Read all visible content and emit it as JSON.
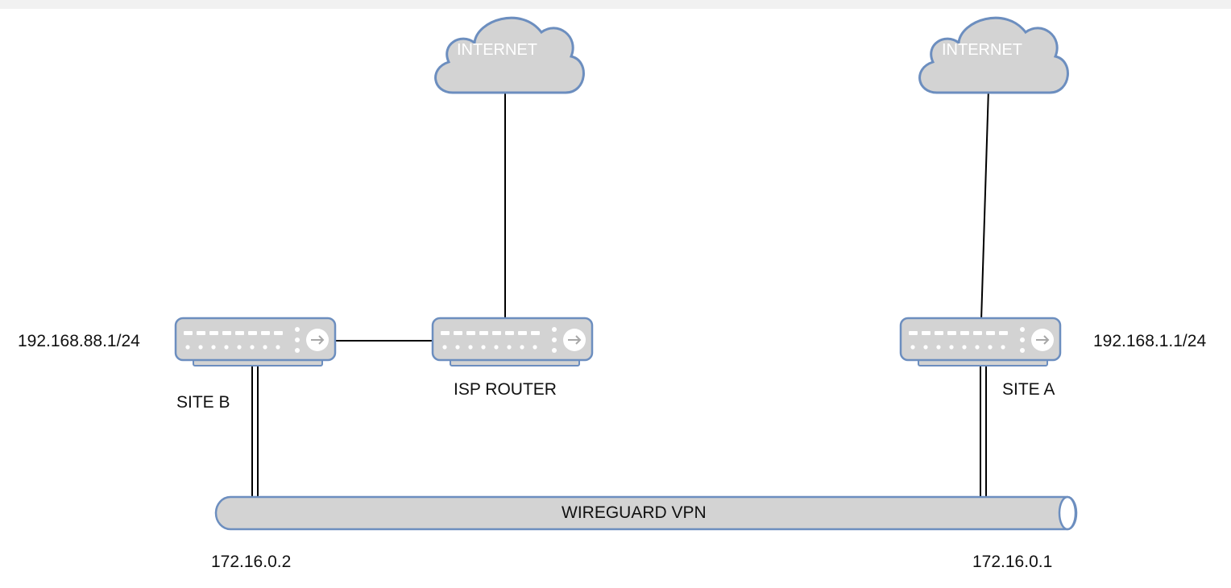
{
  "clouds": {
    "left": {
      "label": "INTERNET"
    },
    "right": {
      "label": "INTERNET"
    }
  },
  "devices": {
    "site_b": {
      "label": "SITE B",
      "lan": "192.168.88.1/24",
      "vpn_ip": "172.16.0.2"
    },
    "isp_router": {
      "label": "ISP ROUTER"
    },
    "site_a": {
      "label": "SITE A",
      "lan": "192.168.1.1/24",
      "vpn_ip": "172.16.0.1"
    }
  },
  "vpn": {
    "label": "WIREGUARD VPN"
  },
  "colors": {
    "shape_fill": "#d3d3d3",
    "shape_stroke": "#6c8ebf",
    "line": "#000000"
  }
}
